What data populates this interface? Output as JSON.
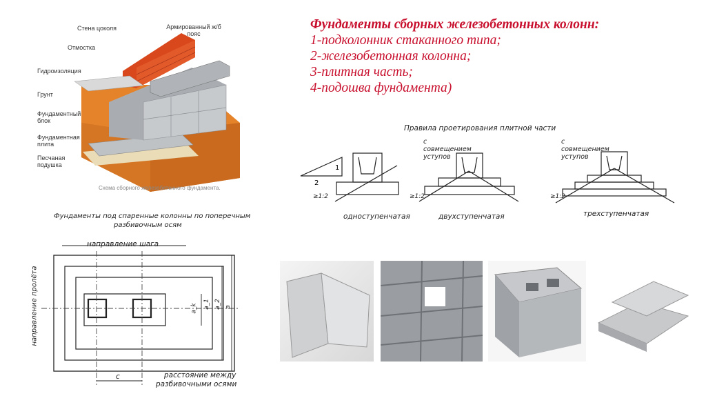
{
  "title": {
    "heading": "Фундаменты сборных железобетонных колонн:",
    "items": [
      "1-подколонник стаканного типа;",
      "2-железобетонная колонна;",
      "3-плитная часть;",
      "4-подошва фундамента)"
    ]
  },
  "strip_foundation": {
    "labels": [
      "Стена цоколя",
      "Армированный ж/б пояс",
      "Отмостка",
      "Гидроизоляция",
      "Грунт",
      "Фундаментный блок",
      "Фундаментная плита",
      "Песчаная подушка"
    ],
    "caption": "Схема сборного железобетонного фундамента."
  },
  "slab_rules": {
    "title": "Правила проетирования плитной части",
    "variants": [
      {
        "caption": "одноступенчатая",
        "note": ""
      },
      {
        "caption": "двухступенчатая",
        "note": "с совмещением уступов"
      },
      {
        "caption": "трехступенчатая",
        "note": "с совмещением уступов"
      }
    ],
    "slope": "≥1:2",
    "triangle_label": "1",
    "triangle_base": "2"
  },
  "paired_columns": {
    "title_line1": "Фундаменты под спаренные колонны по поперечным",
    "title_line2": "разбивочным осям",
    "step_direction": "направление шага",
    "span_direction": "направление пролёта",
    "dims": [
      "a_k",
      "a_1",
      "a_2",
      "a"
    ],
    "c_label": "c",
    "axis_distance_line1": "расстояние между",
    "axis_distance_line2": "разбивочными осями"
  },
  "colors": {
    "title": "#c8102e",
    "brick": "#d9481c",
    "soil": "#e5832a",
    "concrete": "#b9bcc0"
  }
}
